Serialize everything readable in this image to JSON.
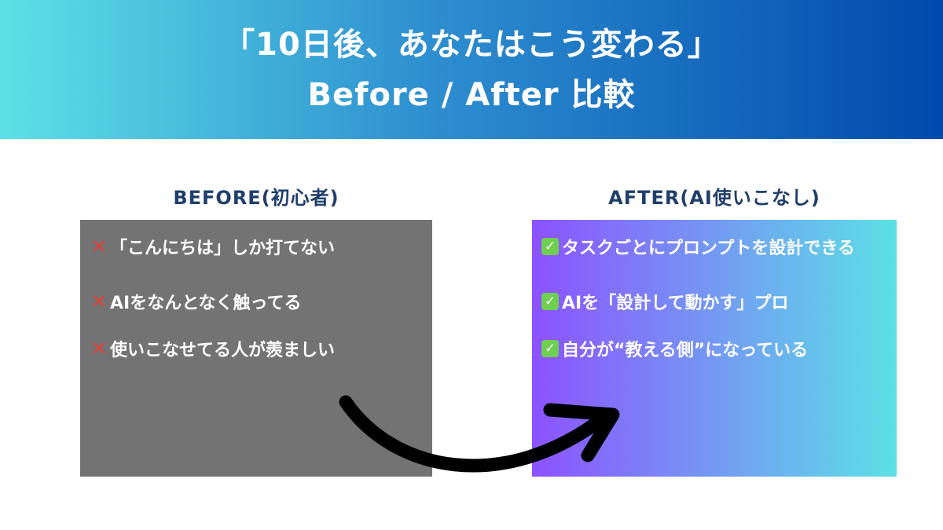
{
  "header": {
    "title_line1": "「10日後、あなたはこう変わる」",
    "title_line2": "Before / After 比較",
    "gradient": [
      "#5ce1e6",
      "#004aad"
    ]
  },
  "before": {
    "label": "BEFORE(初心者)",
    "panel_color": "#737373",
    "mark_icon": "cross-icon",
    "items": [
      "「こんにちは」しか打てない",
      "AIをなんとなく触ってる",
      "使いこなせてる人が羨ましい"
    ]
  },
  "after": {
    "label": "AFTER(AI使いこなし)",
    "panel_gradient": [
      "#8c52ff",
      "#5ce1e6"
    ],
    "mark_icon": "check-icon",
    "items": [
      "タスクごとにプロンプトを設計できる",
      "AIを「設計して動かす」プロ",
      "自分が“教える側”になっている"
    ]
  },
  "colors": {
    "label_text": "#1f3f6b",
    "cross": "#e0403a",
    "check": "#6fcf50",
    "arrow": "#000000"
  }
}
